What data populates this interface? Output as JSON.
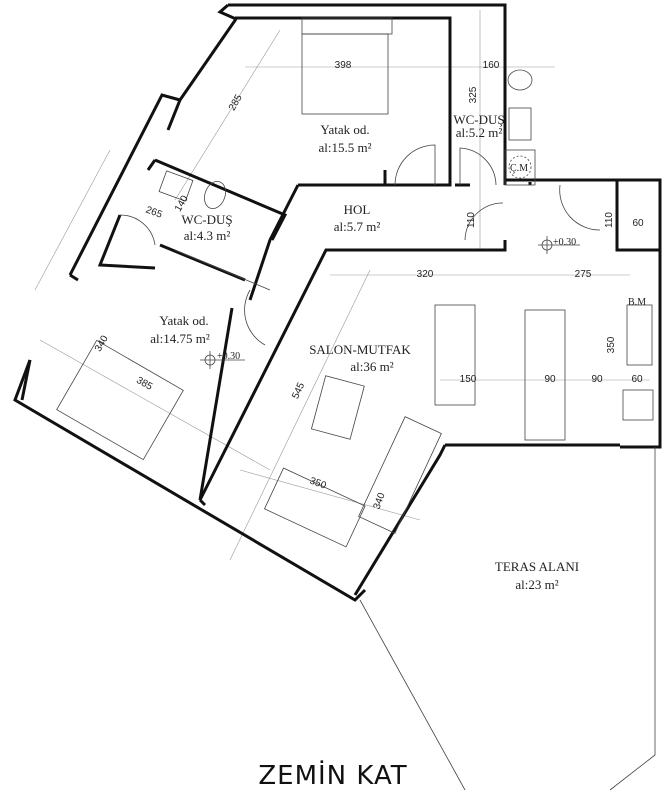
{
  "plan": {
    "title": "ZEMİN KAT",
    "rooms": [
      {
        "name": "Yatak od.",
        "area": "al:15.5 m²"
      },
      {
        "name": "WC-DUŞ",
        "area": "al:5.2 m²"
      },
      {
        "name": "HOL",
        "area": "al:5.7 m²"
      },
      {
        "name": "WC-DUŞ",
        "area": "al:4.3 m²"
      },
      {
        "name": "Yatak od.",
        "area": "al:14.75 m²"
      },
      {
        "name": "SALON-MUTFAK",
        "area": "al:36 m²"
      },
      {
        "name": "TERAS ALANI",
        "area": "al:23 m²"
      }
    ],
    "dimensions": {
      "bed1_width": "398",
      "bed1_diag": "285",
      "wc1_width": "160",
      "wc1_depth": "325",
      "wc2_a": "140",
      "wc2_b": "265",
      "door_hol": "110",
      "door_entry": "110",
      "closet": "60",
      "salon_a": "320",
      "salon_b": "275",
      "kitchen_depth": "350",
      "bed2_depth": "340",
      "bed2_width": "385",
      "salon_depth": "545",
      "k150": "150",
      "k90a": "90",
      "k90b": "90",
      "k60": "60",
      "living_w": "350",
      "living_d": "340"
    },
    "levels": {
      "hol": "+0.30",
      "bed2": "+0.30"
    },
    "fixtures": {
      "cm": "Ç.M",
      "bm": "B.M"
    }
  }
}
